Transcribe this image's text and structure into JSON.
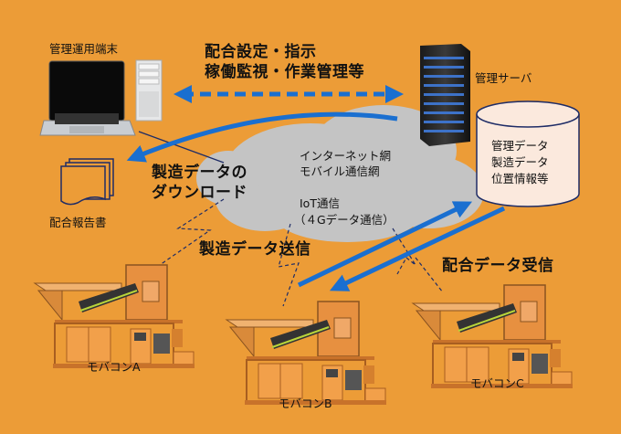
{
  "colors": {
    "background": "#ec9c37",
    "arrow_blue": "#1a6fd0",
    "cloud_gray": "#c4c4c4",
    "database_fill": "#fbe9dd",
    "document_stroke": "#1e2c66",
    "machine_orange": "#e58a2e"
  },
  "terminal": {
    "label": "管理運用端末",
    "icons": [
      "laptop-icon",
      "desktop-tower-icon"
    ]
  },
  "report": {
    "label": "配合報告書",
    "icon": "document-stack-icon"
  },
  "server": {
    "label": "管理サーバ",
    "icon": "server-rack-icon"
  },
  "database": {
    "lines": [
      "管理データ",
      "製造データ",
      "位置情報等"
    ],
    "icon": "database-cylinder-icon"
  },
  "network": {
    "lines": [
      "インターネット網",
      "モバイル通信網"
    ],
    "iot_lines": [
      "IoT通信",
      "（４Gデータ通信）"
    ]
  },
  "flows": {
    "settings": [
      "配合設定・指示",
      "稼働監視・作業管理等"
    ],
    "download": [
      "製造データの",
      "ダウンロード"
    ],
    "send": "製造データ送信",
    "receive": "配合データ受信"
  },
  "machines": [
    {
      "label": "モバコンA"
    },
    {
      "label": "モバコンB"
    },
    {
      "label": "モバコンC"
    }
  ]
}
